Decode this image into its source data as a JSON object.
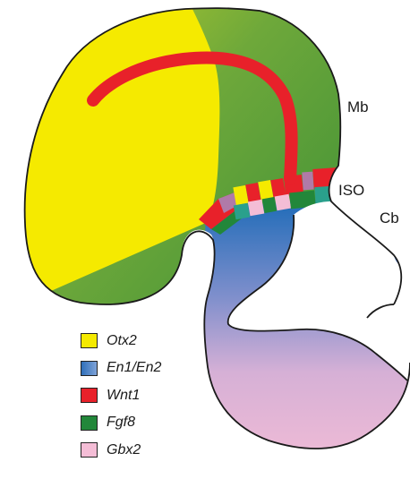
{
  "region_labels": {
    "mb": "Mb",
    "iso": "ISO",
    "cb": "Cb"
  },
  "legend": [
    {
      "gene": "Otx2",
      "color": "#f5ea00"
    },
    {
      "gene": "En1/En2",
      "color": "#2f6fba"
    },
    {
      "gene": "Wnt1",
      "color": "#e8212a"
    },
    {
      "gene": "Fgf8",
      "color": "#22873a"
    },
    {
      "gene": "Gbx2",
      "color": "#f4bdd6"
    }
  ],
  "colors": {
    "otx2": "#f5ea00",
    "en": "#2f6fba",
    "wnt1": "#e8212a",
    "fgf8": "#22873a",
    "gbx2": "#f4bdd6",
    "outline": "#1a1a1a"
  }
}
